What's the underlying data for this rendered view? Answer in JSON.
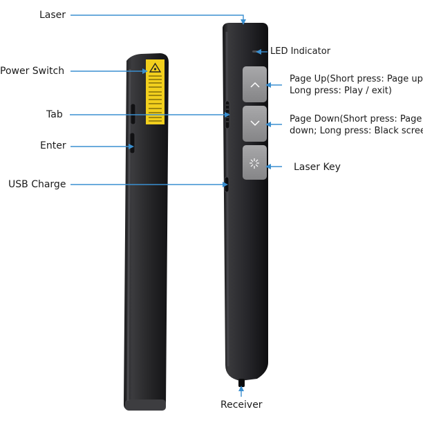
{
  "labels": {
    "laser": "Laser",
    "power_switch": "Power Switch",
    "tab": "Tab",
    "enter": "Enter",
    "usb_charge": "USB Charge",
    "led_indicator": "LED Indicator",
    "page_up_line1": "Page Up(Short press: Page up;",
    "page_up_line2": "Long press: Play / exit)",
    "page_down_line1": "Page Down(Short press: Page",
    "page_down_line2": "down; Long press: Black screen)",
    "laser_key": "Laser Key",
    "receiver": "Receiver"
  },
  "colors": {
    "callout_line": "#3a8fd0",
    "body_dark": "#2b2b2d",
    "button_grey": "#9a9a9c",
    "warning_sticker": "#f2cf1d"
  },
  "icons": {
    "page_up_button": "chevron-up-icon",
    "page_down_button": "chevron-down-icon",
    "laser_key_button": "laser-star-icon",
    "sticker": "laser-warning-icon"
  }
}
